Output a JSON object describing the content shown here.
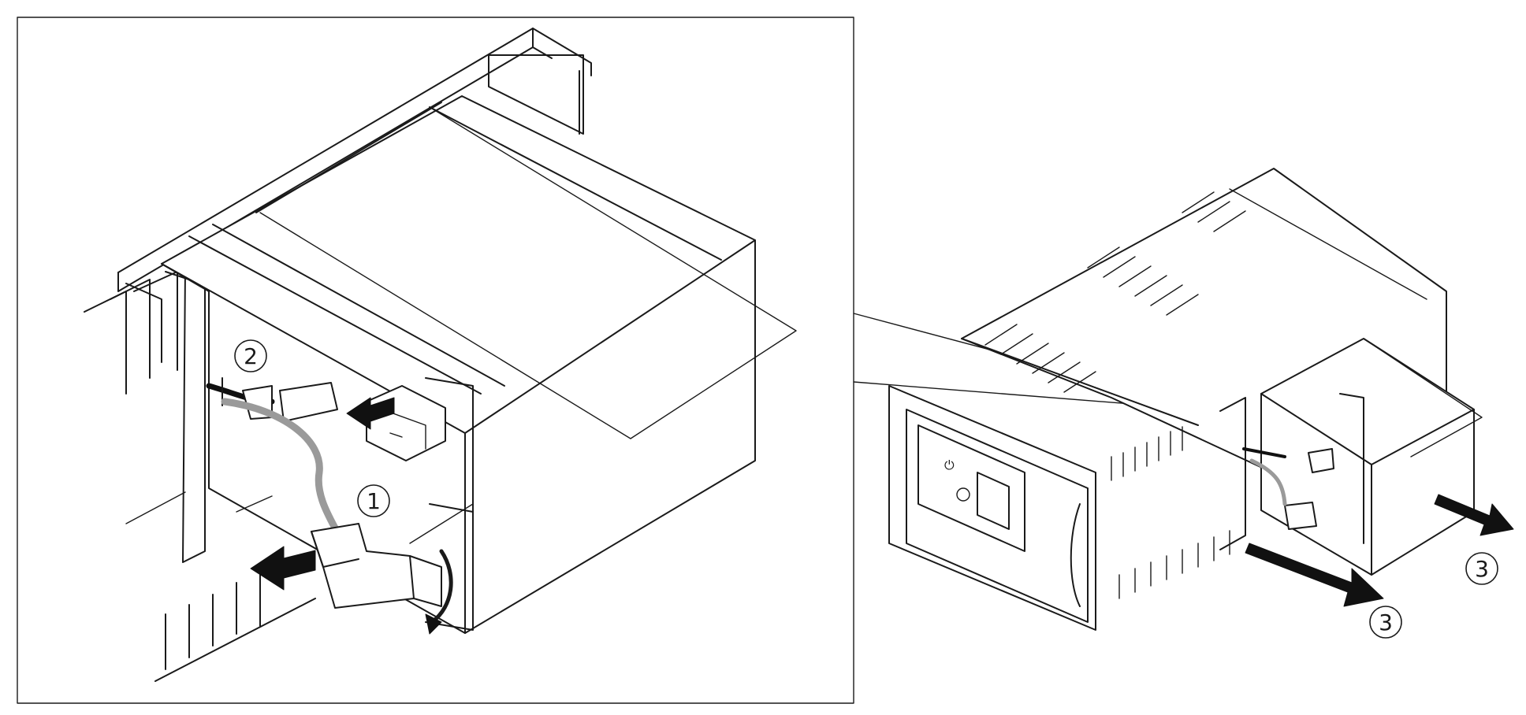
{
  "callouts": {
    "step_1": "1",
    "step_2": "2",
    "step_3_a": "3",
    "step_3_b": "3"
  },
  "icons": {
    "power_symbol": "power-icon"
  },
  "colors": {
    "line": "#1a1a1a",
    "cable_grey": "#9a9a9a",
    "background": "#ffffff"
  }
}
